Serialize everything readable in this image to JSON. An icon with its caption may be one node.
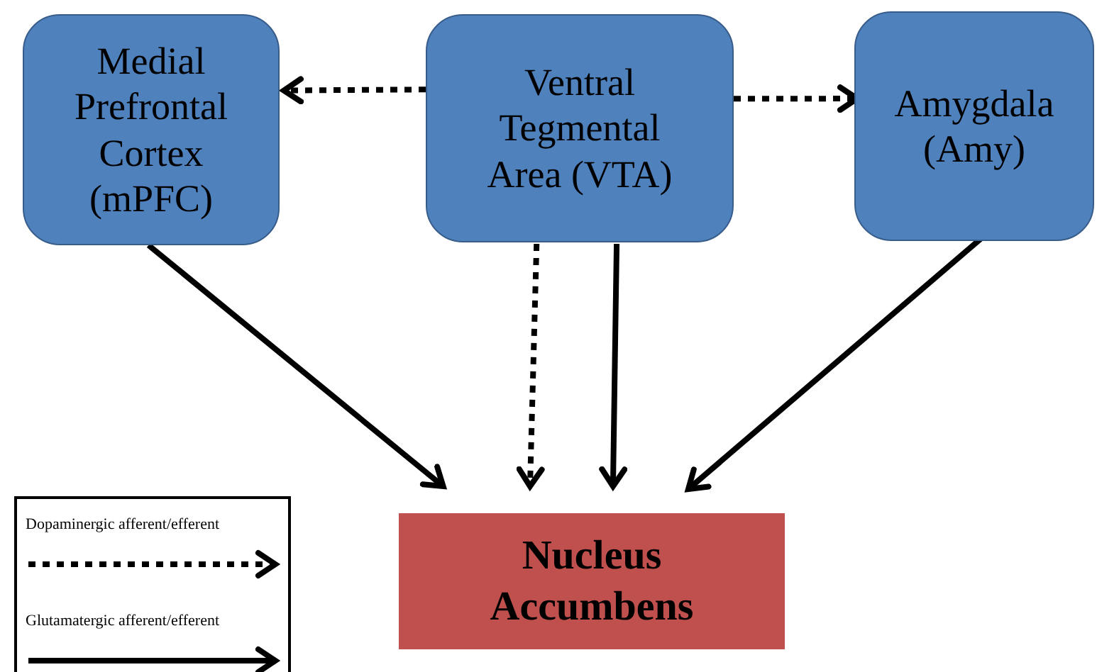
{
  "diagram": {
    "nodes": [
      {
        "text": [
          "Medial Prefrontal Cortex (mPFC)"
        ]
      },
      {
        "text": [
          "Ventral Tegmental Area (VTA)"
        ]
      },
      {
        "text": [
          "Amygdala (Amy)"
        ]
      },
      {
        "text": [
          "Nucleus Accumbens"
        ]
      }
    ],
    "edges": [
      {
        "from": 1,
        "to": 0,
        "arrow": "to",
        "style": "dashed"
      },
      {
        "from": 1,
        "to": 2,
        "arrow": "to",
        "style": "dashed"
      },
      {
        "from": 0,
        "to": 3,
        "arrow": "to"
      },
      {
        "from": 1,
        "to": 3,
        "arrow": "to",
        "style": "dashed"
      },
      {
        "from": 1,
        "to": 3,
        "arrow": "to"
      },
      {
        "from": 2,
        "to": 3,
        "arrow": "to"
      }
    ],
    "legend": [
      {
        "text": "Dopaminergic afferent/efferent"
      },
      {
        "text": "Glutamatergic afferent/efferent"
      }
    ]
  }
}
